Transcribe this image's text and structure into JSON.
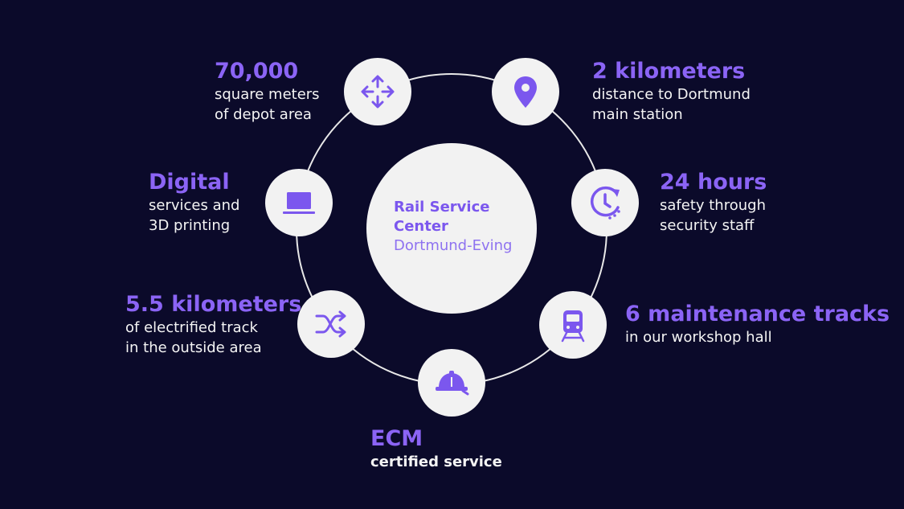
{
  "colors": {
    "background": "#0b0a2a",
    "accent": "#7b57ee",
    "disc": "#f2f2f2",
    "ring": "#e8e8e8",
    "text": "#ffffff"
  },
  "center": {
    "title_line1": "Rail Service",
    "title_line2": "Center",
    "subtitle": "Dortmund-Eving"
  },
  "nodes": {
    "area": {
      "icon": "move-arrows-icon",
      "headline": "70,000",
      "line1": "square meters",
      "line2": "of depot area"
    },
    "distance": {
      "icon": "location-pin-icon",
      "headline": "2 kilometers",
      "line1": "distance to Dortmund",
      "line2": "main station"
    },
    "hours": {
      "icon": "clock-refresh-icon",
      "headline": "24 hours",
      "line1": "safety through",
      "line2": "security staff"
    },
    "tracks": {
      "icon": "train-icon",
      "headline": "6 maintenance tracks",
      "line1": "in our workshop hall"
    },
    "ecm": {
      "icon": "hard-hat-icon",
      "headline": "ECM",
      "line1": "certified service"
    },
    "track_length": {
      "icon": "shuffle-icon",
      "headline": "5.5 kilometers",
      "line1": "of electrified track",
      "line2": "in the outside area"
    },
    "digital": {
      "icon": "laptop-icon",
      "headline": "Digital",
      "line1": "services and",
      "line2": "3D printing"
    }
  }
}
